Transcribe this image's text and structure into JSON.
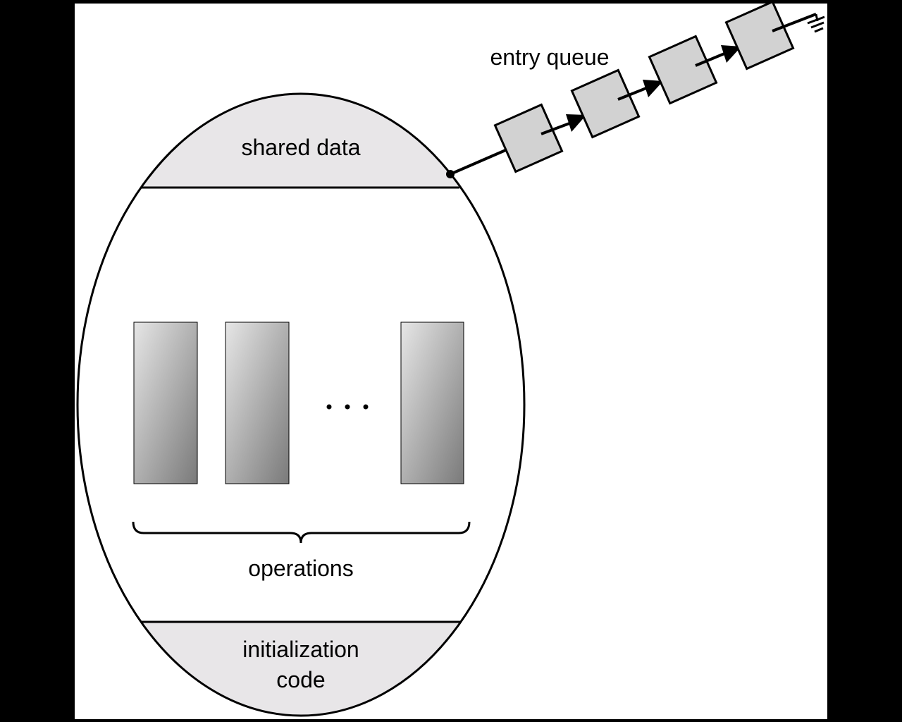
{
  "labels": {
    "shared_data": "shared data",
    "entry_queue": "entry queue",
    "operations": "operations",
    "init_line1": "initialization",
    "init_line2": "code"
  },
  "colors": {
    "background": "#000000",
    "panel": "#ffffff",
    "band": "#e8e6e8",
    "queue_node": "#d2d2d2",
    "ink": "#000000"
  }
}
